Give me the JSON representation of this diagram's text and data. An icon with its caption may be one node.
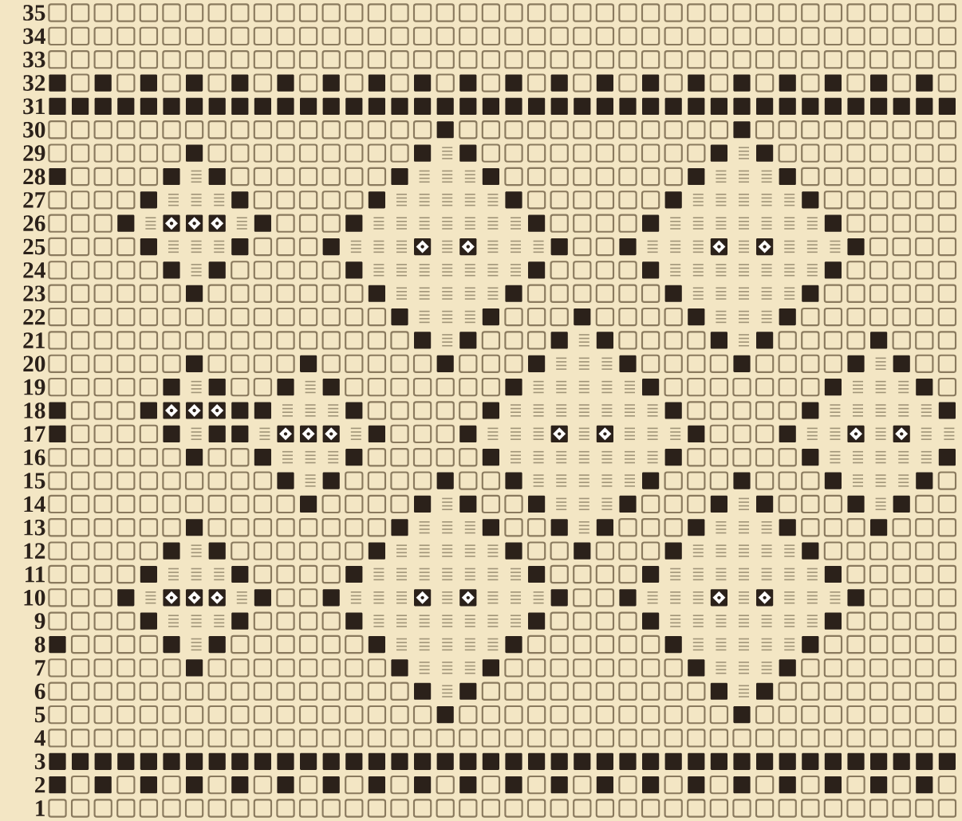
{
  "diagram": {
    "labels": [
      "35",
      "34",
      "33",
      "32",
      "31",
      "30",
      "29",
      "28",
      "27",
      "26",
      "25",
      "24",
      "23",
      "22",
      "21",
      "20",
      "19",
      "18",
      "17",
      "16",
      "15",
      "14",
      "13",
      "12",
      "11",
      "10",
      "9",
      "8",
      "7",
      "6",
      "5",
      "4",
      "3",
      "2",
      "1"
    ]
  }
}
